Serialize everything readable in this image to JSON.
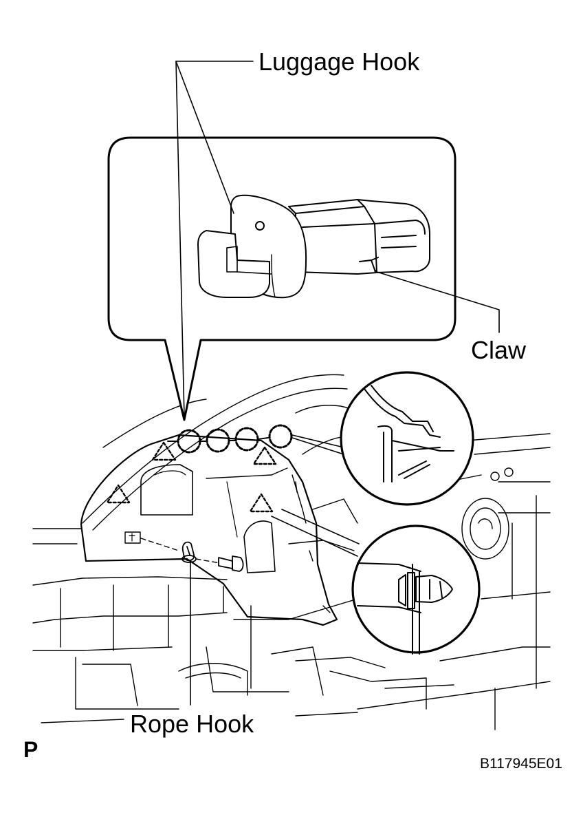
{
  "labels": {
    "luggage_hook": "Luggage Hook",
    "claw": "Claw",
    "rope_hook": "Rope Hook",
    "view_marker": "P",
    "figure_code": "B117945E01"
  },
  "colors": {
    "line": "#000000",
    "background": "#ffffff"
  },
  "icons": [
    "clip-marker-triangle-icon",
    "claw-location-circle-icon",
    "bolt-icon"
  ]
}
